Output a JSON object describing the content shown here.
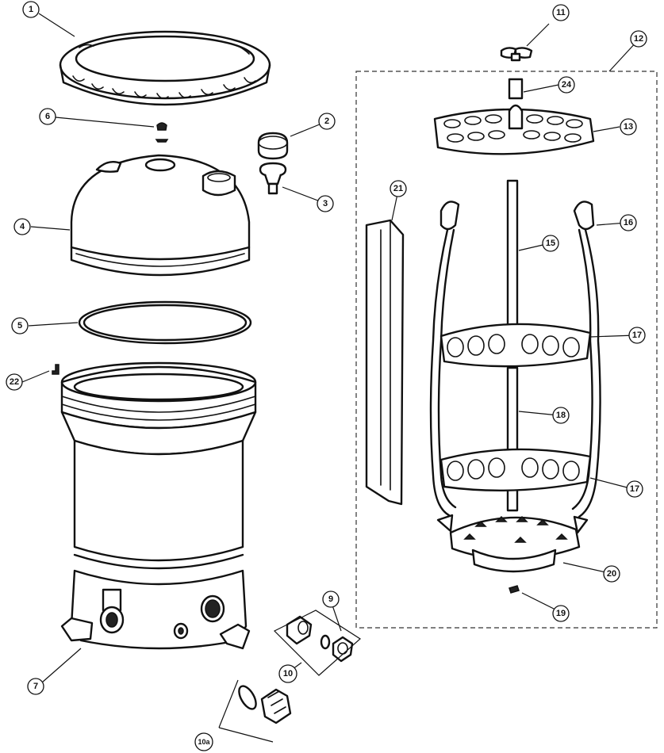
{
  "callouts": [
    {
      "id": "1",
      "label": "1"
    },
    {
      "id": "2",
      "label": "2"
    },
    {
      "id": "3",
      "label": "3"
    },
    {
      "id": "4",
      "label": "4"
    },
    {
      "id": "5",
      "label": "5"
    },
    {
      "id": "6",
      "label": "6"
    },
    {
      "id": "7",
      "label": "7"
    },
    {
      "id": "9",
      "label": "9"
    },
    {
      "id": "10",
      "label": "10"
    },
    {
      "id": "10a",
      "label": "10a"
    },
    {
      "id": "11",
      "label": "11"
    },
    {
      "id": "12",
      "label": "12"
    },
    {
      "id": "13",
      "label": "13"
    },
    {
      "id": "15",
      "label": "15"
    },
    {
      "id": "16",
      "label": "16"
    },
    {
      "id": "17a",
      "label": "17"
    },
    {
      "id": "17b",
      "label": "17"
    },
    {
      "id": "18",
      "label": "18"
    },
    {
      "id": "19",
      "label": "19"
    },
    {
      "id": "20",
      "label": "20"
    },
    {
      "id": "21",
      "label": "21"
    },
    {
      "id": "22",
      "label": "22"
    },
    {
      "id": "24",
      "label": "24"
    }
  ]
}
